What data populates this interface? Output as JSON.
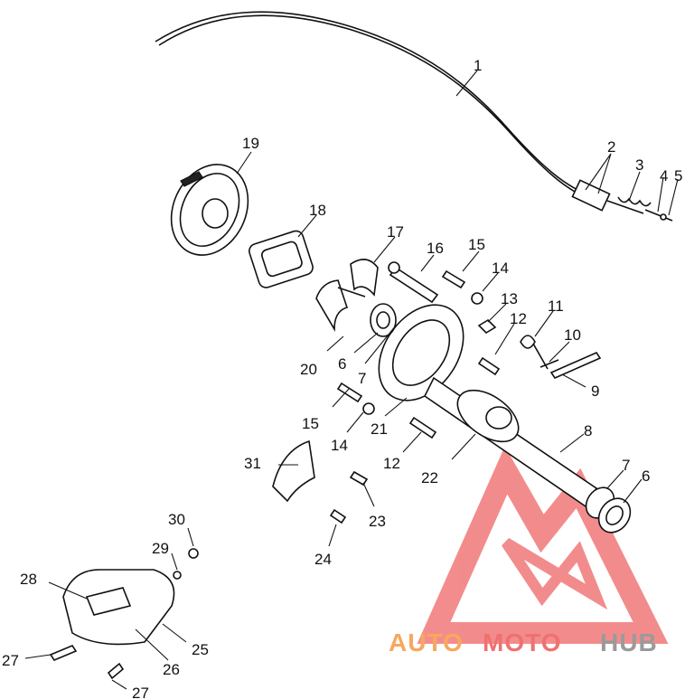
{
  "labels": {
    "p1": "1",
    "p2": "2",
    "p3": "3",
    "p4": "4",
    "p5": "5",
    "p6a": "6",
    "p6b": "6",
    "p7a": "7",
    "p7b": "7",
    "p8": "8",
    "p9": "9",
    "p10": "10",
    "p11": "11",
    "p12a": "12",
    "p12b": "12",
    "p13": "13",
    "p14a": "14",
    "p14b": "14",
    "p15a": "15",
    "p15b": "15",
    "p16": "16",
    "p17": "17",
    "p18": "18",
    "p19": "19",
    "p20": "20",
    "p21": "21",
    "p22": "22",
    "p23": "23",
    "p24": "24",
    "p25": "25",
    "p26": "26",
    "p27a": "27",
    "p27b": "27",
    "p28": "28",
    "p29": "29",
    "p30": "30",
    "p31": "31"
  },
  "watermark": {
    "part1": "AUTO",
    "part2": "MOTO",
    "part3": "HUB",
    "color_red": "#f07070",
    "color_orange": "#f6a85e",
    "color_gray": "#9a9a9a"
  }
}
